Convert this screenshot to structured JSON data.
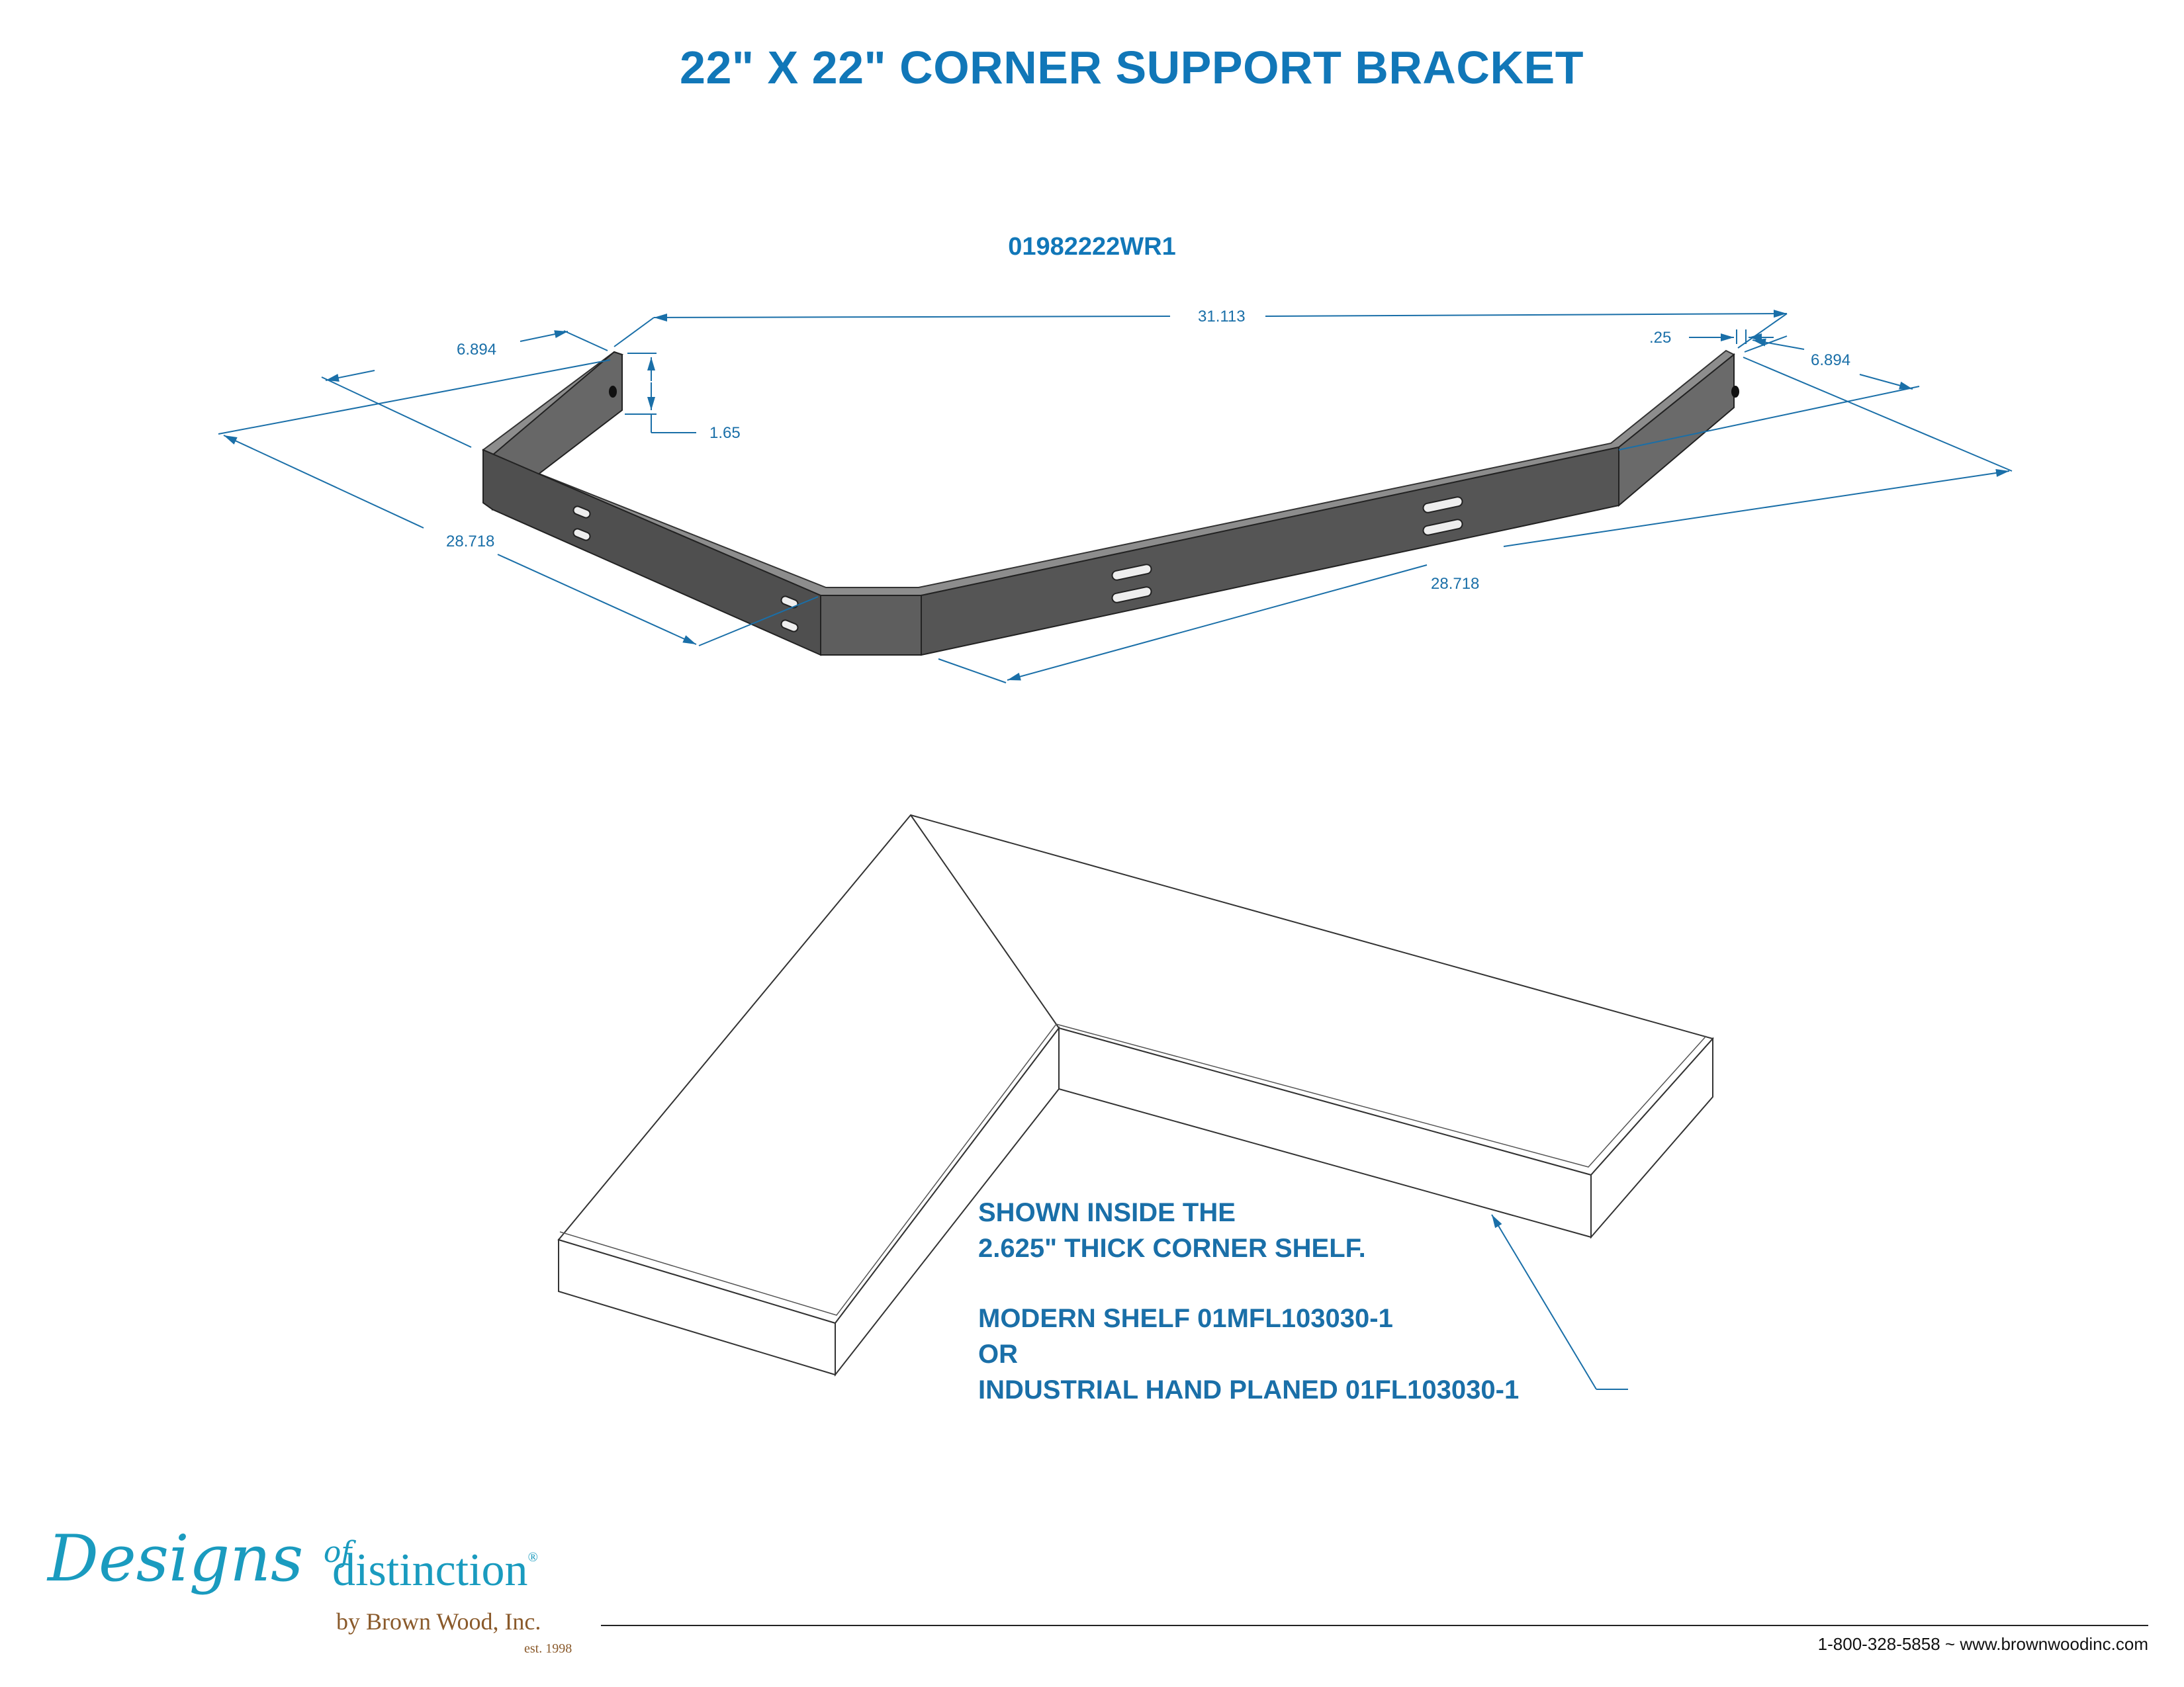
{
  "title": "22\" X 22\" CORNER SUPPORT BRACKET",
  "part_number": "01982222WR1",
  "dimensions": {
    "overall_width": "31.113",
    "end_leg_left": "6.894",
    "end_leg_right": "6.894",
    "end_height": "1.65",
    "material_thickness": ".25",
    "long_leg_left": "28.718",
    "long_leg_right": "28.718"
  },
  "notes": {
    "line1": "SHOWN INSIDE THE",
    "line2": "2.625\" THICK CORNER SHELF.",
    "line3": "MODERN SHELF 01MFL103030-1",
    "line4": "OR",
    "line5": "INDUSTRIAL HAND PLANED 01FL103030-1"
  },
  "logo": {
    "script": "Designs",
    "of": "of",
    "distinction": "distinction",
    "registered": "®",
    "byline": "by Brown Wood, Inc.",
    "est": "est. 1998"
  },
  "footer": {
    "contact": "1-800-328-5858 ~ www.brownwoodinc.com"
  },
  "colors": {
    "accent": "#1177b8",
    "dimension": "#1a6fa8",
    "bracket_fill": "#5b5b5b",
    "logo_teal": "#1a9bbf",
    "logo_brown": "#8a5a2b"
  }
}
